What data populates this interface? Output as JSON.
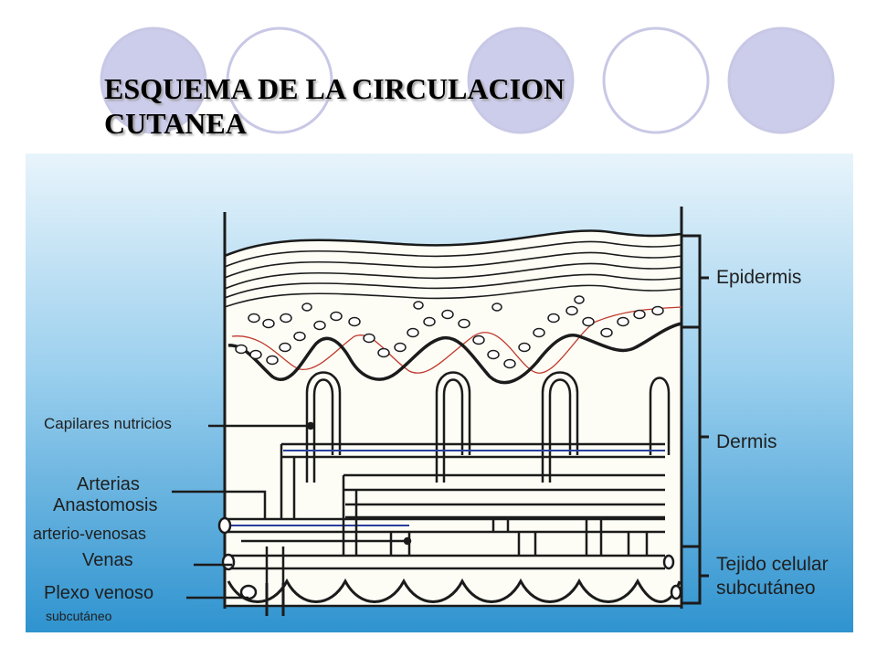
{
  "slide": {
    "title_line1": "ESQUEMA DE LA CIRCULACION",
    "title_line2": "CUTANEA"
  },
  "colors": {
    "circle_fill": "#cccceb",
    "circle_stroke": "#c8c8e6",
    "sky_top": "#e6f2fa",
    "sky_bottom": "#2f93cf",
    "tissue": "#fdfdf6",
    "line": "#1b1b1b",
    "vessel_blue": "#2a3f9e"
  },
  "figure": {
    "labels_left": {
      "capillaries": "Capilares nutricios",
      "arteries": "Arterias",
      "anastomosis_1": "Anastomosis",
      "anastomosis_2": "arterio-venosas",
      "veins": "Venas",
      "plexus_1": "Plexo venoso",
      "plexus_2": "subcutáneo"
    },
    "labels_right": {
      "epidermis": "Epidermis",
      "dermis": "Dermis",
      "subcutaneous_1": "Tejido celular",
      "subcutaneous_2": "subcutáneo"
    }
  }
}
